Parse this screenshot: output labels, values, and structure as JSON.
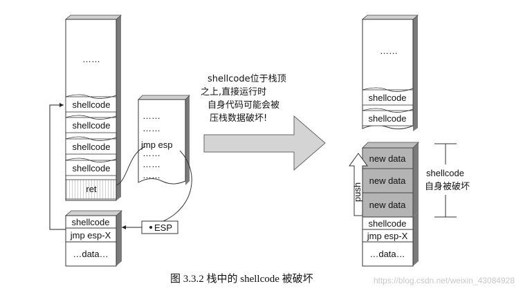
{
  "left_stack": {
    "dots": "……",
    "cells": [
      "shellcode",
      "shellcode",
      "shellcode",
      "shellcode",
      "ret"
    ]
  },
  "code_block": {
    "lines": [
      "……",
      "……",
      "jmp esp",
      "……",
      "……",
      "……"
    ]
  },
  "bottom_left": {
    "cells": [
      "shellcode",
      "jmp esp-X",
      "…data…"
    ],
    "pointer": "ESP"
  },
  "arrow_note": {
    "lines": [
      "shellcode位于栈顶",
      "之上,直接运行时",
      "自身代码可能会被",
      "压栈数据破坏!"
    ]
  },
  "right_stack": {
    "dots": "……",
    "cells": [
      "shellcode",
      "shellcode"
    ],
    "new_data": [
      "new data",
      "new data",
      "new data"
    ],
    "push_label": "push",
    "bottom": [
      "shellcode",
      "jmp esp-X",
      "…data…"
    ]
  },
  "side_note": {
    "lines": [
      "shellcode",
      "自身被破坏"
    ]
  },
  "caption": "图 3.3.2    栈中的 shellcode 被破坏",
  "watermark": "https://blog.csdn.net/weixin_43084928"
}
